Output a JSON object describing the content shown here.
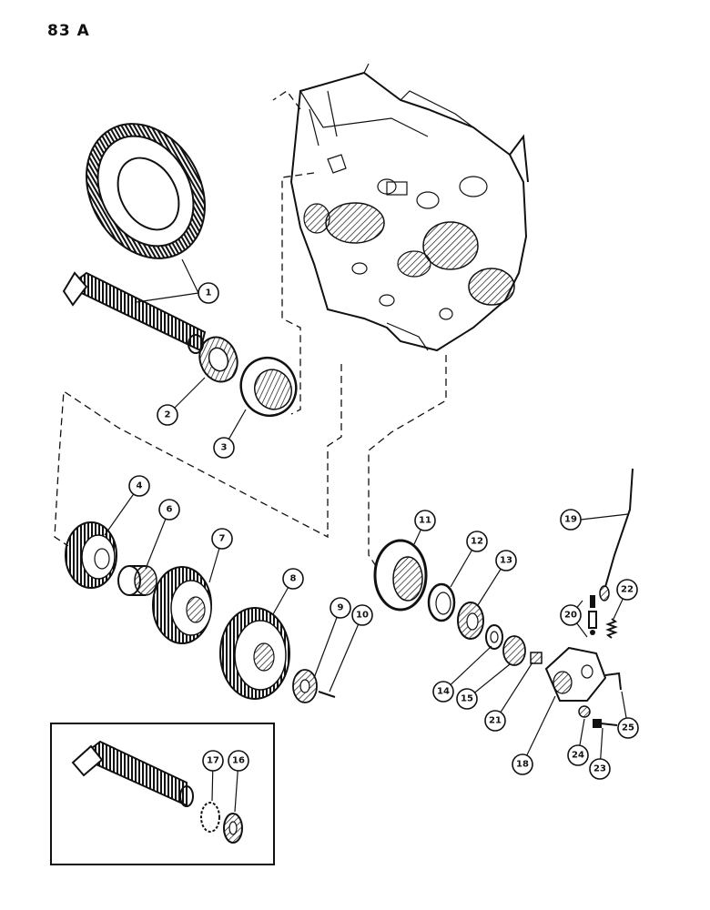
{
  "page": {
    "number": "83 A"
  },
  "callouts": [
    {
      "id": "1"
    },
    {
      "id": "2"
    },
    {
      "id": "3"
    },
    {
      "id": "4"
    },
    {
      "id": "6"
    },
    {
      "id": "7"
    },
    {
      "id": "8"
    },
    {
      "id": "9"
    },
    {
      "id": "10"
    },
    {
      "id": "11"
    },
    {
      "id": "12"
    },
    {
      "id": "13"
    },
    {
      "id": "14"
    },
    {
      "id": "15"
    },
    {
      "id": "16"
    },
    {
      "id": "17"
    },
    {
      "id": "18"
    },
    {
      "id": "19"
    },
    {
      "id": "20"
    },
    {
      "id": "21"
    },
    {
      "id": "22"
    },
    {
      "id": "23"
    },
    {
      "id": "24"
    },
    {
      "id": "25"
    }
  ],
  "colors": {
    "ink": "#111111",
    "paper": "#ffffff"
  }
}
